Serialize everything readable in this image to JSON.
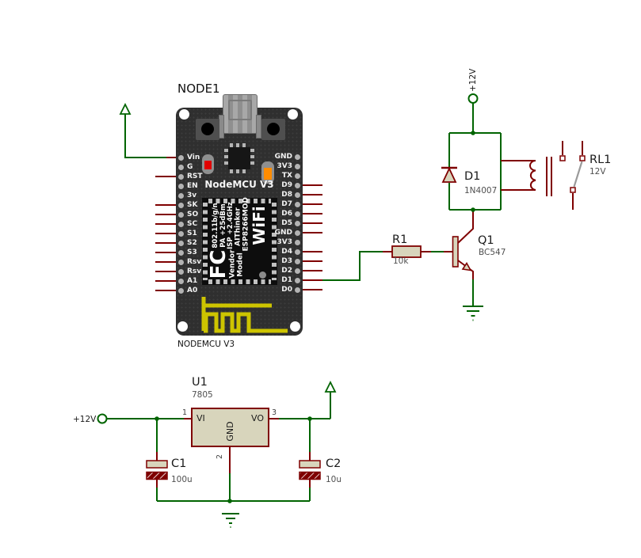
{
  "schematic": {
    "nodemcu": {
      "ref": "NODE1",
      "board_title": "NodeMCU V3",
      "footprint_label": "NODEMCU V3",
      "left_pins": [
        "Vin",
        "G",
        "RST",
        "EN",
        "3v",
        "SK",
        "SO",
        "SC",
        "S1",
        "S2",
        "S3",
        "Rsv",
        "Rsv",
        "A1",
        "A0"
      ],
      "right_pins": [
        "GND",
        "3V3",
        "TX",
        "D9",
        "D8",
        "D7",
        "D6",
        "D5",
        "GND",
        "3V3",
        "D4",
        "D3",
        "D2",
        "D1",
        "D0"
      ],
      "module": {
        "fc": "FC",
        "specs": "802.11b/g/n\nPA +25dBm\nISP +2.4GHz",
        "maker": "AIThinker\nESP8266MOD",
        "vendor": "Vendor\nModel",
        "wifi": "WiFi"
      }
    },
    "power": {
      "relay_rail_label": "+12V",
      "regulator_rail_label": "+12V"
    },
    "components": {
      "d1": {
        "ref": "D1",
        "value": "1N4007"
      },
      "r1": {
        "ref": "R1",
        "value": "10k"
      },
      "q1": {
        "ref": "Q1",
        "value": "BC547"
      },
      "rl1": {
        "ref": "RL1",
        "value": "12V"
      },
      "u1": {
        "ref": "U1",
        "value": "7805",
        "pin1_name": "VI",
        "pin2_name": "GND",
        "pin3_name": "VO",
        "pin1_num": "1",
        "pin2_num": "2",
        "pin3_num": "3"
      },
      "c1": {
        "ref": "C1",
        "value": "100u"
      },
      "c2": {
        "ref": "C2",
        "value": "10u"
      }
    },
    "colors": {
      "wire": "#006400",
      "component": "#7f0000",
      "body_fill": "#d8d5bc",
      "value_text": "#4f4f4f",
      "antenna": "#cdc400"
    }
  }
}
